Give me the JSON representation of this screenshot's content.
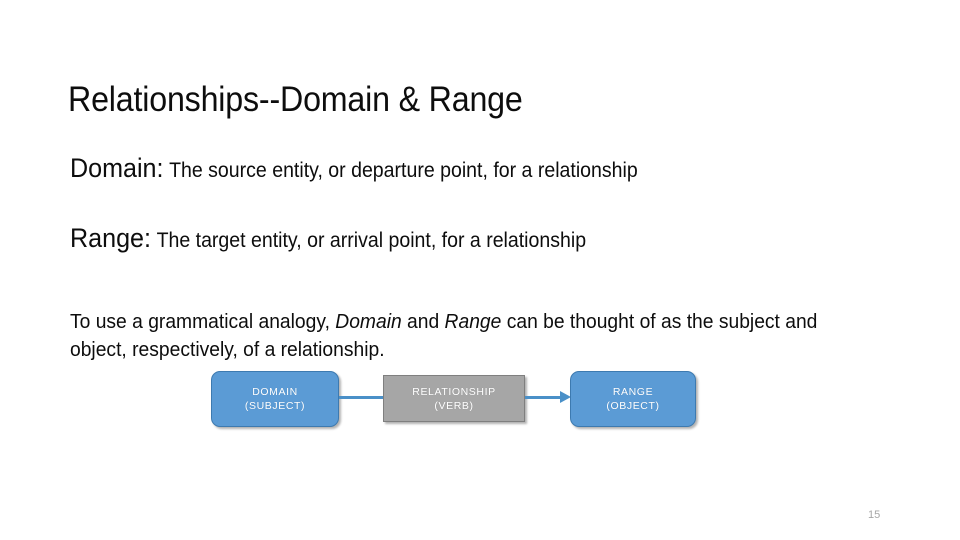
{
  "slide": {
    "title": "Relationships--Domain & Range",
    "page_number": "15",
    "background_color": "#ffffff"
  },
  "definitions": [
    {
      "term": "Domain:",
      "description": "The source entity, or departure point, for a relationship"
    },
    {
      "term": "Range:",
      "description": "The target entity, or arrival point, for a relationship"
    }
  ],
  "paragraph": {
    "part1": "To use a grammatical analogy, ",
    "emphasis1": "Domain",
    "part2": " and ",
    "emphasis2": "Range",
    "part3": " can be thought of as the subject and object, respectively, of a relationship."
  },
  "diagram": {
    "nodes": [
      {
        "id": "domain",
        "line1": "DOMAIN",
        "line2": "(SUBJECT)",
        "fill_color": "#5b9bd5",
        "border_color": "#3d7ab0",
        "text_color": "#ffffff",
        "shape": "rounded-rectangle"
      },
      {
        "id": "relationship",
        "line1": "RELATIONSHIP",
        "line2": "(VERB)",
        "fill_color": "#a6a6a6",
        "border_color": "#7f7f7f",
        "text_color": "#ffffff",
        "shape": "rectangle"
      },
      {
        "id": "range",
        "line1": "RANGE",
        "line2": "(OBJECT)",
        "fill_color": "#5b9bd5",
        "border_color": "#3d7ab0",
        "text_color": "#ffffff",
        "shape": "rounded-rectangle"
      }
    ],
    "connector_color": "#4a90c8",
    "arrow_direction": "right"
  }
}
